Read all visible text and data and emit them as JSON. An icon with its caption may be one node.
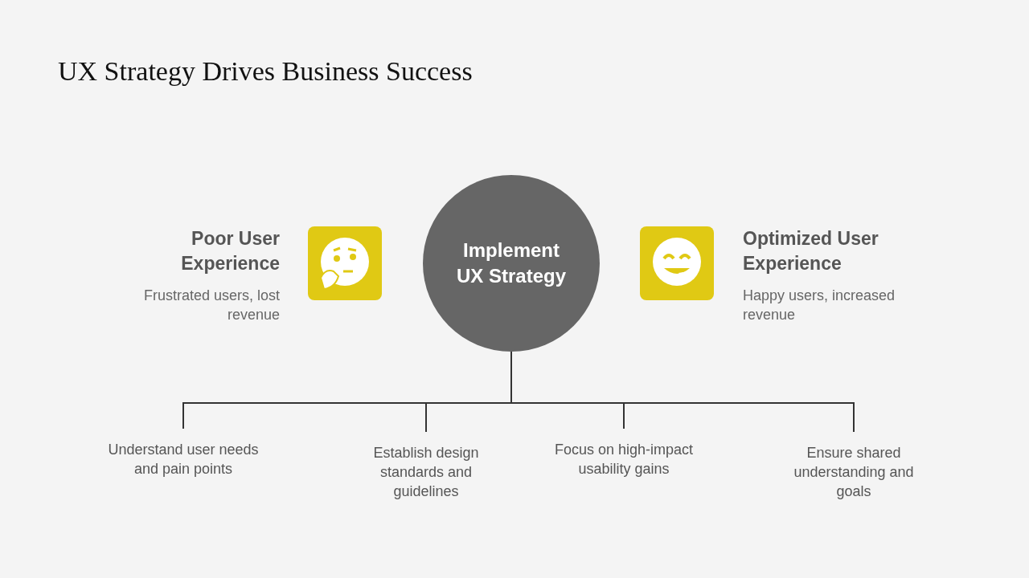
{
  "diagram": {
    "title": "UX Strategy Drives Business Success",
    "nodes": [
      {
        "text": [
          "Poor User Experience",
          "Frustrated users, lost revenue"
        ]
      },
      {
        "text": [
          "Implement UX Strategy"
        ]
      },
      {
        "text": [
          "Optimized User Experience",
          "Happy users, increased revenue"
        ]
      },
      {
        "text": [
          "Understand user needs and pain points"
        ]
      },
      {
        "text": [
          "Establish design standards and guidelines"
        ]
      },
      {
        "text": [
          "Focus on high-impact usability gains"
        ]
      },
      {
        "text": [
          "Ensure shared understanding and goals"
        ]
      }
    ],
    "edges": [
      {
        "from": 1,
        "to": 3,
        "arrow": "none"
      },
      {
        "from": 1,
        "to": 4,
        "arrow": "none"
      },
      {
        "from": 1,
        "to": 5,
        "arrow": "none"
      },
      {
        "from": 1,
        "to": 6,
        "arrow": "none"
      }
    ]
  }
}
